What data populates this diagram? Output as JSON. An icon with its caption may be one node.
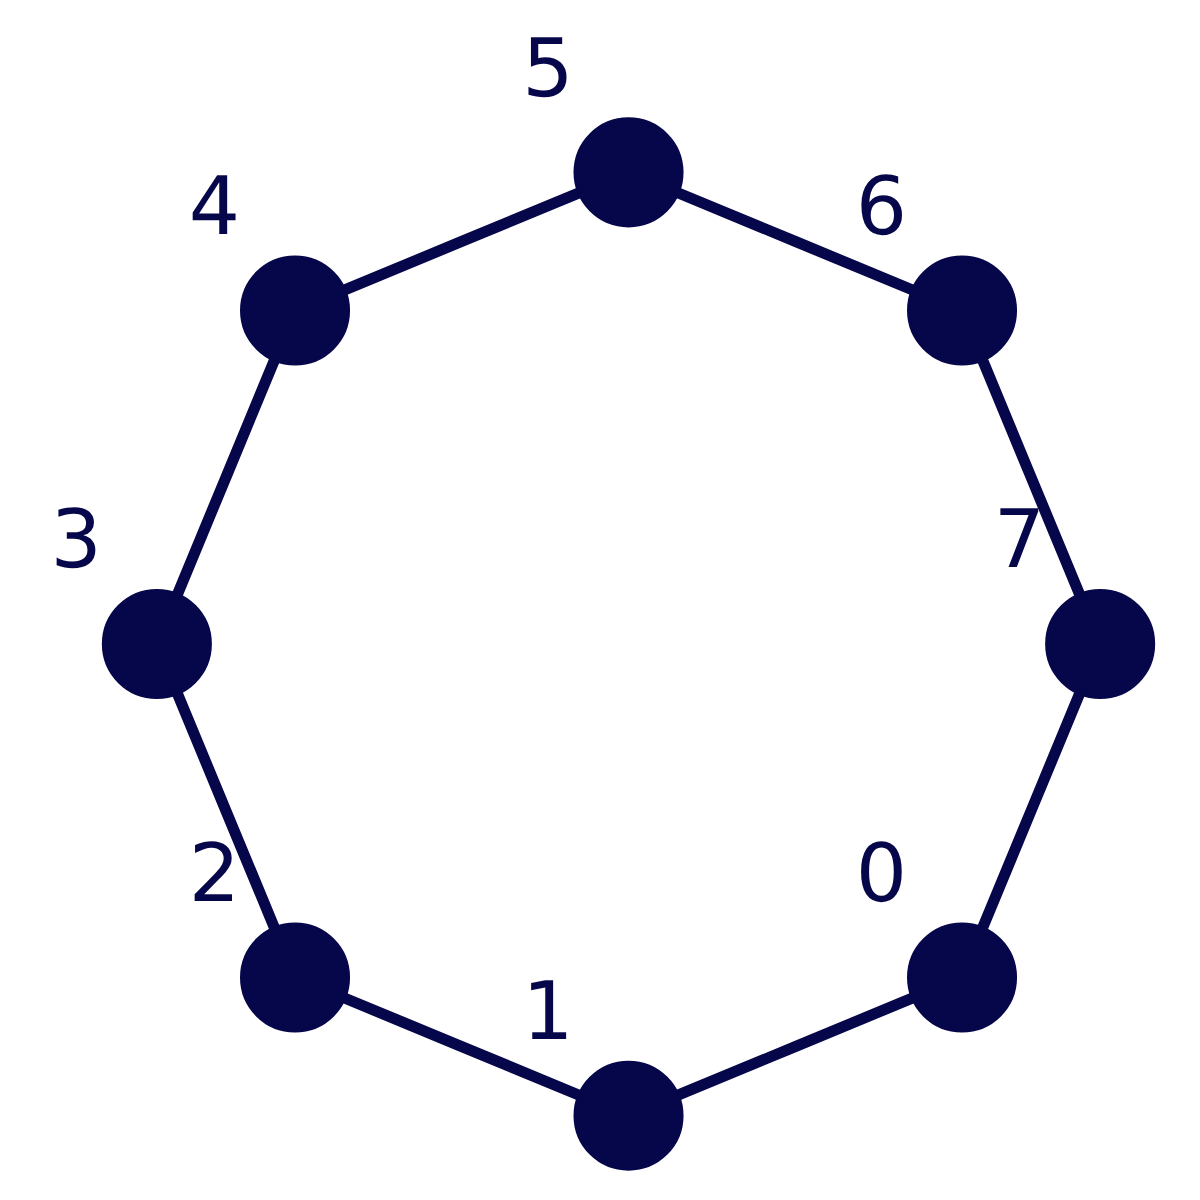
{
  "diagram": {
    "nodes": [
      {
        "text": [],
        "shape": "circle",
        "beside": [
          "0"
        ]
      },
      {
        "text": [],
        "shape": "circle",
        "beside": [
          "1"
        ]
      },
      {
        "text": [],
        "shape": "circle",
        "beside": [
          "2"
        ]
      },
      {
        "text": [],
        "shape": "circle",
        "beside": [
          "3"
        ]
      },
      {
        "text": [],
        "shape": "circle",
        "beside": [
          "4"
        ]
      },
      {
        "text": [],
        "shape": "circle",
        "beside": [
          "5"
        ]
      },
      {
        "text": [],
        "shape": "circle",
        "beside": [
          "6"
        ]
      },
      {
        "text": [],
        "shape": "circle",
        "beside": [
          "7"
        ]
      }
    ],
    "edges": [
      {
        "from": 0,
        "to": 1,
        "arrow": "none"
      },
      {
        "from": 1,
        "to": 2,
        "arrow": "none"
      },
      {
        "from": 2,
        "to": 3,
        "arrow": "none"
      },
      {
        "from": 3,
        "to": 4,
        "arrow": "none"
      },
      {
        "from": 4,
        "to": 5,
        "arrow": "none"
      },
      {
        "from": 5,
        "to": 6,
        "arrow": "none"
      },
      {
        "from": 6,
        "to": 7,
        "arrow": "none"
      },
      {
        "from": 7,
        "to": 0,
        "arrow": "none"
      }
    ]
  }
}
